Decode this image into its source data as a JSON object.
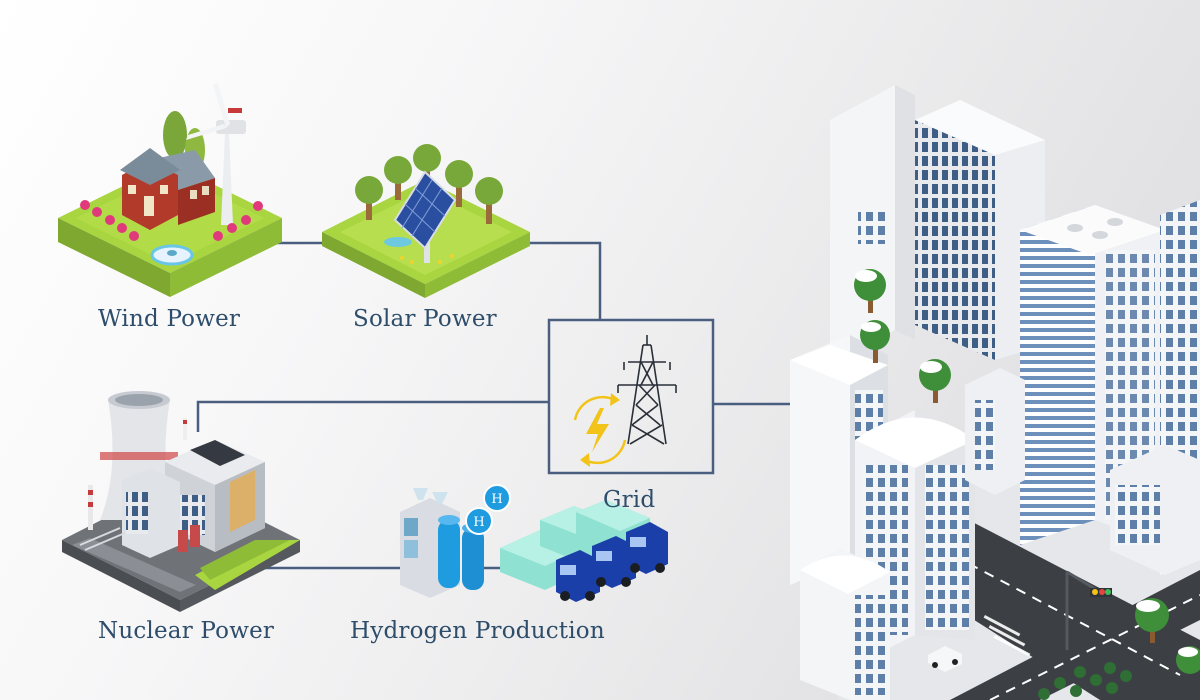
{
  "diagram": {
    "nodes": {
      "wind": {
        "label": "Wind Power"
      },
      "solar": {
        "label": "Solar Power"
      },
      "nuclear": {
        "label": "Nuclear Power"
      },
      "hydrogen": {
        "label": "Hydrogen Production",
        "badge": "H"
      },
      "grid": {
        "label": "Grid"
      }
    },
    "connections": [
      [
        "wind",
        "solar"
      ],
      [
        "solar",
        "grid"
      ],
      [
        "nuclear",
        "grid"
      ],
      [
        "nuclear",
        "hydrogen"
      ],
      [
        "grid",
        "city"
      ]
    ]
  },
  "colors": {
    "line": "#4a5f80",
    "label": "#2e4d6b",
    "grass": "#a7d43c",
    "bolt": "#f2c318",
    "hydrogen_blue": "#1f9be0",
    "truck_blue": "#1b3fa8",
    "building_glass": "#6f96c0"
  }
}
